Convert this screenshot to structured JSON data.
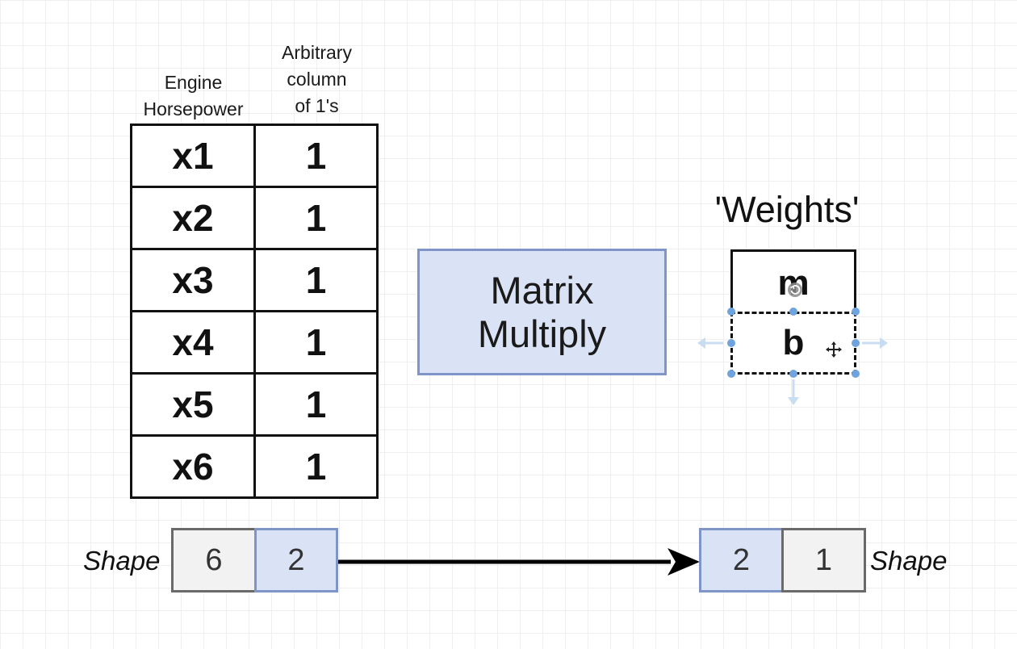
{
  "table": {
    "header_engine": [
      "Engine",
      "Horsepower"
    ],
    "header_arbitrary": [
      "Arbitrary",
      "column",
      "of 1's"
    ],
    "rows": [
      {
        "x": "x1",
        "one": "1"
      },
      {
        "x": "x2",
        "one": "1"
      },
      {
        "x": "x3",
        "one": "1"
      },
      {
        "x": "x4",
        "one": "1"
      },
      {
        "x": "x5",
        "one": "1"
      },
      {
        "x": "x6",
        "one": "1"
      }
    ]
  },
  "operation": {
    "line1": "Matrix",
    "line2": "Multiply"
  },
  "weights": {
    "title": "'Weights'",
    "cells": [
      "m",
      "b"
    ]
  },
  "shapes": {
    "left": {
      "label": "Shape",
      "dims": [
        "6",
        "2"
      ]
    },
    "right": {
      "label": "Shape",
      "dims": [
        "2",
        "1"
      ]
    }
  },
  "colors": {
    "highlight_fill": "#dae3f6",
    "highlight_border": "#7f95c8",
    "neutral_fill": "#f2f2f2",
    "selection_handle": "#6fa3dd"
  },
  "icons": {
    "rotate_handle": "rotate-icon",
    "move_cursor": "move-cursor-icon",
    "connection_arrows": "connection-arrow-icon"
  }
}
